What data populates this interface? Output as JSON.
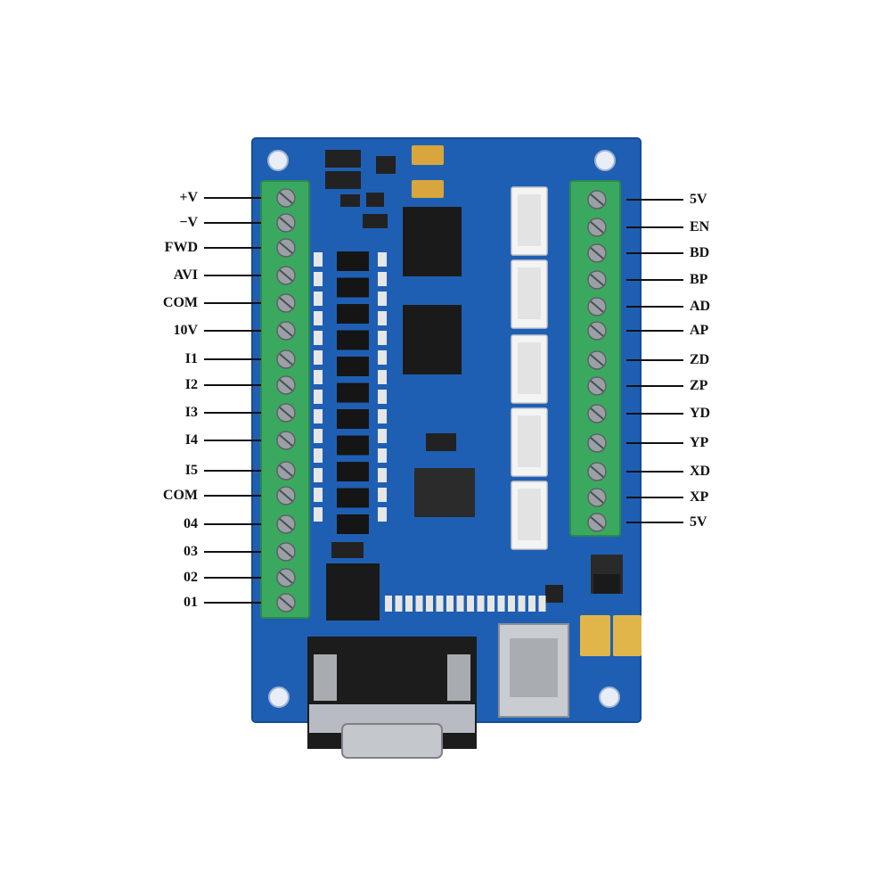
{
  "board": {
    "pcb_color": "#1f5fb3",
    "terminal_color": "#3aa95f",
    "left_pins": [
      "+V",
      "−V",
      "FWD",
      "AVI",
      "COM",
      "10V",
      "I1",
      "I2",
      "I3",
      "I4",
      "I5",
      "COM",
      "04",
      "03",
      "02",
      "01"
    ],
    "right_pins": [
      "5V",
      "EN",
      "BD",
      "BP",
      "AD",
      "AP",
      "ZD",
      "ZP",
      "YD",
      "YP",
      "XD",
      "XP",
      "5V"
    ]
  }
}
